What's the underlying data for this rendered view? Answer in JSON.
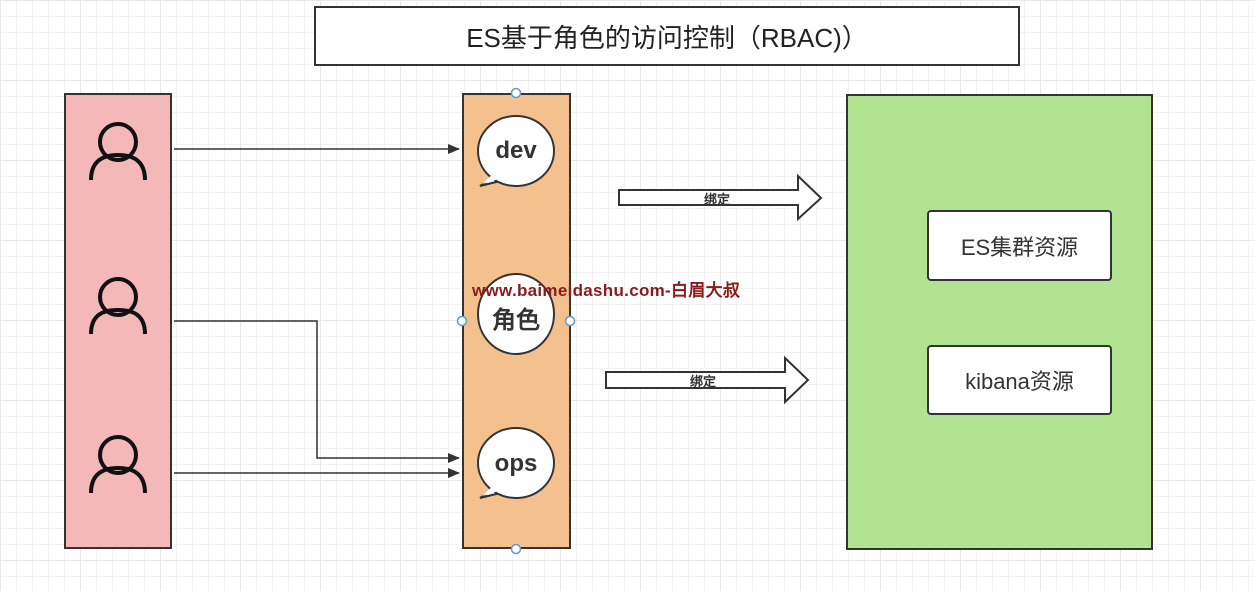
{
  "title": "ES基于角色的访问控制（RBAC)）",
  "roles": [
    {
      "label": "dev"
    },
    {
      "label": "角色"
    },
    {
      "label": "ops"
    }
  ],
  "bindings": [
    {
      "label": "绑定"
    },
    {
      "label": "绑定"
    }
  ],
  "resources": [
    {
      "label": "ES集群资源"
    },
    {
      "label": "kibana资源"
    }
  ],
  "watermark": "www.baimeidashu.com-白眉大叔",
  "colors": {
    "users_panel": "#f4b8b8",
    "roles_panel": "#f4c18e",
    "resources_panel": "#b1e390",
    "watermark": "#8b1a1a"
  }
}
